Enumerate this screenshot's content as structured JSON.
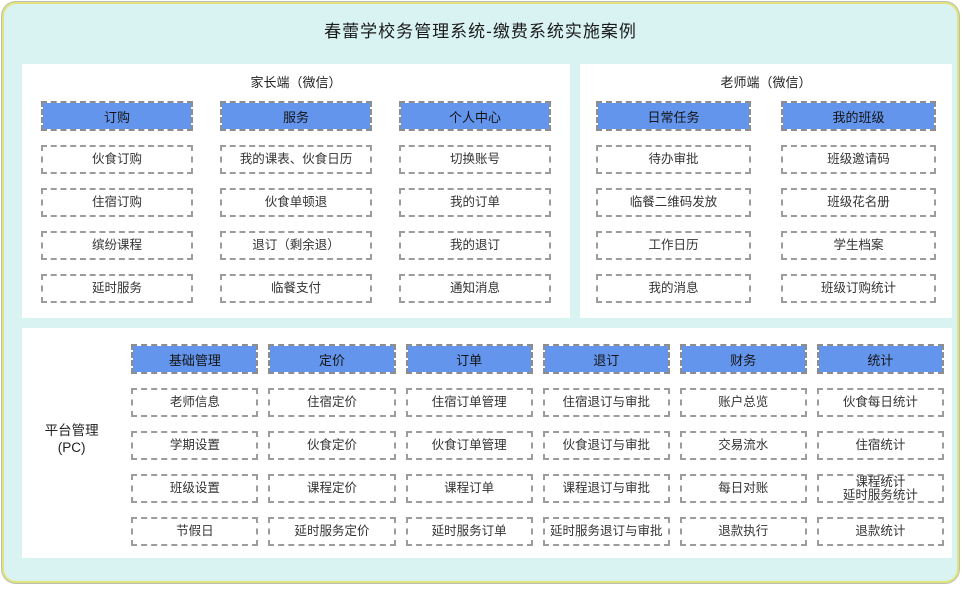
{
  "title": "春蕾学校务管理系统-缴费系统实施案例",
  "colors": {
    "accent_blue": "#6495ed",
    "canvas_bg": "#d9f3f2",
    "panel_bg": "#ffffff",
    "outer_border": "#e2e37a",
    "dash_border": "#9c9c9c"
  },
  "panels": {
    "parent": {
      "title": "家长端（微信）",
      "columns": [
        {
          "header": "订购",
          "items": [
            "伙食订购",
            "住宿订购",
            "缤纷课程",
            "延时服务"
          ]
        },
        {
          "header": "服务",
          "items": [
            "我的课表、伙食日历",
            "伙食单顿退",
            "退订（剩余退）",
            "临餐支付"
          ]
        },
        {
          "header": "个人中心",
          "items": [
            "切换账号",
            "我的订单",
            "我的退订",
            "通知消息"
          ]
        }
      ]
    },
    "teacher": {
      "title": "老师端（微信）",
      "columns": [
        {
          "header": "日常任务",
          "items": [
            "待办审批",
            "临餐二维码发放",
            "工作日历",
            "我的消息"
          ]
        },
        {
          "header": "我的班级",
          "items": [
            "班级邀请码",
            "班级花名册",
            "学生档案",
            "班级订购统计"
          ]
        }
      ]
    },
    "platform": {
      "label": "平台管理\n(PC)",
      "columns": [
        {
          "header": "基础管理",
          "items": [
            "老师信息",
            "学期设置",
            "班级设置",
            "节假日"
          ]
        },
        {
          "header": "定价",
          "items": [
            "住宿定价",
            "伙食定价",
            "课程定价",
            "延时服务定价"
          ]
        },
        {
          "header": "订单",
          "items": [
            "住宿订单管理",
            "伙食订单管理",
            "课程订单",
            "延时服务订单"
          ]
        },
        {
          "header": "退订",
          "items": [
            "住宿退订与审批",
            "伙食退订与审批",
            "课程退订与审批",
            "延时服务退订与审批"
          ]
        },
        {
          "header": "财务",
          "items": [
            "账户总览",
            "交易流水",
            "每日对账",
            "退款执行"
          ]
        },
        {
          "header": "统计",
          "items": [
            "伙食每日统计",
            "住宿统计",
            "课程统计\n延时服务统计",
            "退款统计"
          ]
        }
      ]
    }
  }
}
